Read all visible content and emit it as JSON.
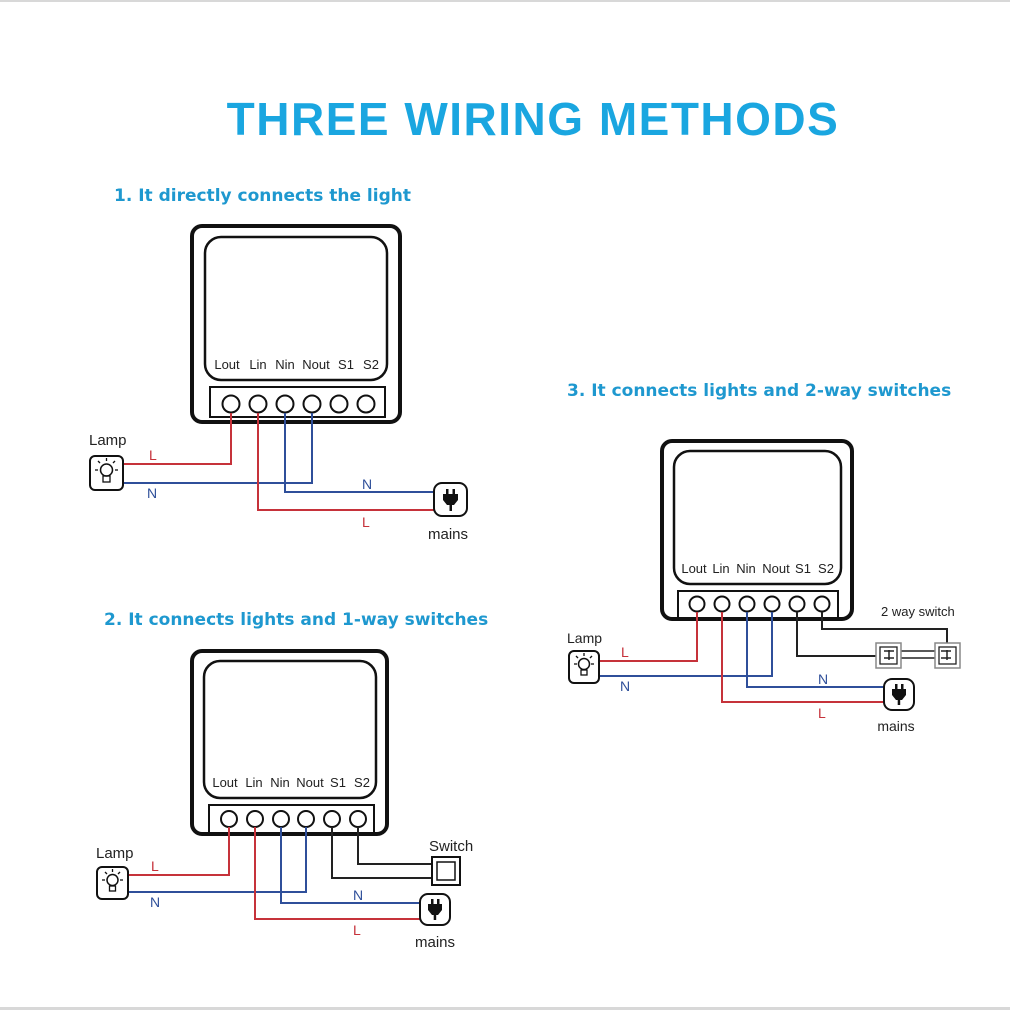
{
  "title": "THREE WIRING METHODS",
  "colors": {
    "title": "#1aa6e0",
    "live": "#c6323a",
    "neutral": "#2f4f9a",
    "switch_wire": "#222222"
  },
  "icons": {
    "lamp": "lightbulb-icon",
    "mains": "power-plug-icon",
    "switch": "wall-switch-icon"
  },
  "terminals": [
    "Lout",
    "Lin",
    "Nin",
    "Nout",
    "S1",
    "S2"
  ],
  "diagrams": [
    {
      "heading": "1. It directly connects the light",
      "lamp_label": "Lamp",
      "mains_label": "mains",
      "wire_labels": {
        "lamp_live": "L",
        "lamp_neutral": "N",
        "mains_neutral": "N",
        "mains_live": "L"
      }
    },
    {
      "heading": "2. It connects lights and 1-way switches",
      "lamp_label": "Lamp",
      "mains_label": "mains",
      "switch_label": "Switch",
      "wire_labels": {
        "lamp_live": "L",
        "lamp_neutral": "N",
        "mains_neutral": "N",
        "mains_live": "L"
      }
    },
    {
      "heading": "3. It connects lights and 2-way switches",
      "lamp_label": "Lamp",
      "mains_label": "mains",
      "switch_label": "2 way switch",
      "wire_labels": {
        "lamp_live": "L",
        "lamp_neutral": "N",
        "mains_neutral": "N",
        "mains_live": "L"
      }
    }
  ]
}
